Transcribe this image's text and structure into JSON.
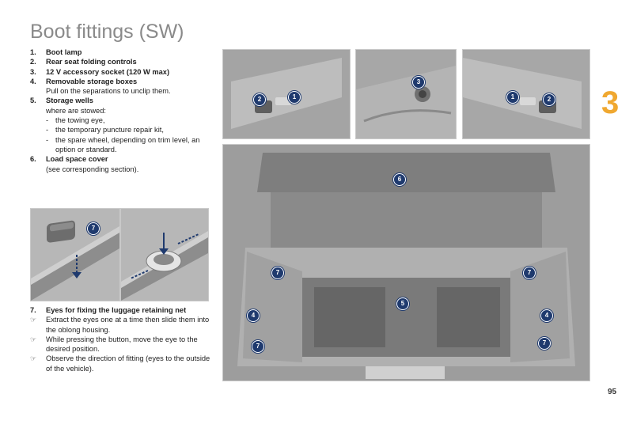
{
  "page": {
    "title": "Boot fittings (SW)",
    "chapter_number": "3",
    "page_number": "95"
  },
  "items": [
    {
      "num": "1.",
      "label": "Boot lamp"
    },
    {
      "num": "2.",
      "label": "Rear seat folding controls"
    },
    {
      "num": "3.",
      "label": "12 V accessory socket (120 W max)"
    },
    {
      "num": "4.",
      "label": "Removable storage boxes",
      "desc": "Pull on the separations to unclip them."
    },
    {
      "num": "5.",
      "label": "Storage wells",
      "desc": "where are stowed:",
      "bullets": [
        "the towing eye,",
        "the temporary puncture repair kit,",
        "the spare wheel, depending on trim level, an option or standard."
      ]
    },
    {
      "num": "6.",
      "label": "Load space cover",
      "desc": "(see corresponding section)."
    }
  ],
  "eyes_section": {
    "num": "7.",
    "label": "Eyes for fixing the luggage retaining net",
    "notes": [
      "Extract the eyes one at a time then slide them into the oblong housing.",
      "While pressing the button, move the eye to the desired position.",
      "Observe the direction of fitting (eyes to the outside of the vehicle)."
    ]
  },
  "markers": {
    "one": "1",
    "two": "2",
    "three": "3",
    "four": "4",
    "five": "5",
    "six": "6",
    "seven": "7"
  },
  "icons": {
    "note": "hand-pointer-icon",
    "dash": "-"
  }
}
